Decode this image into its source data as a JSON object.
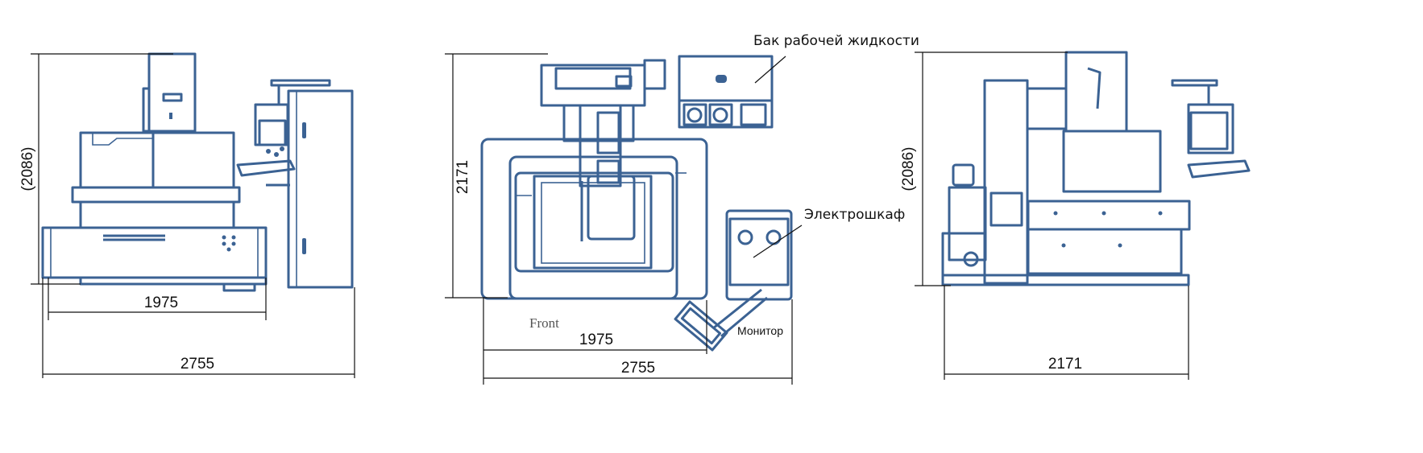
{
  "colors": {
    "machine": "#3b6293",
    "dimension": "#111111"
  },
  "views": {
    "front_view": {
      "height_dim": "(2086)",
      "width_dim_inner": "1975",
      "width_dim_total": "2755"
    },
    "top_view": {
      "height_dim": "2171",
      "width_dim_inner": "1975",
      "width_dim_total": "2755",
      "labels": {
        "tank": "Бак рабочей жидкости",
        "cabinet": "Электрошкаф",
        "front": "Front",
        "monitor": "Монитор"
      }
    },
    "side_view": {
      "height_dim": "(2086)",
      "width_dim": "2171"
    }
  }
}
